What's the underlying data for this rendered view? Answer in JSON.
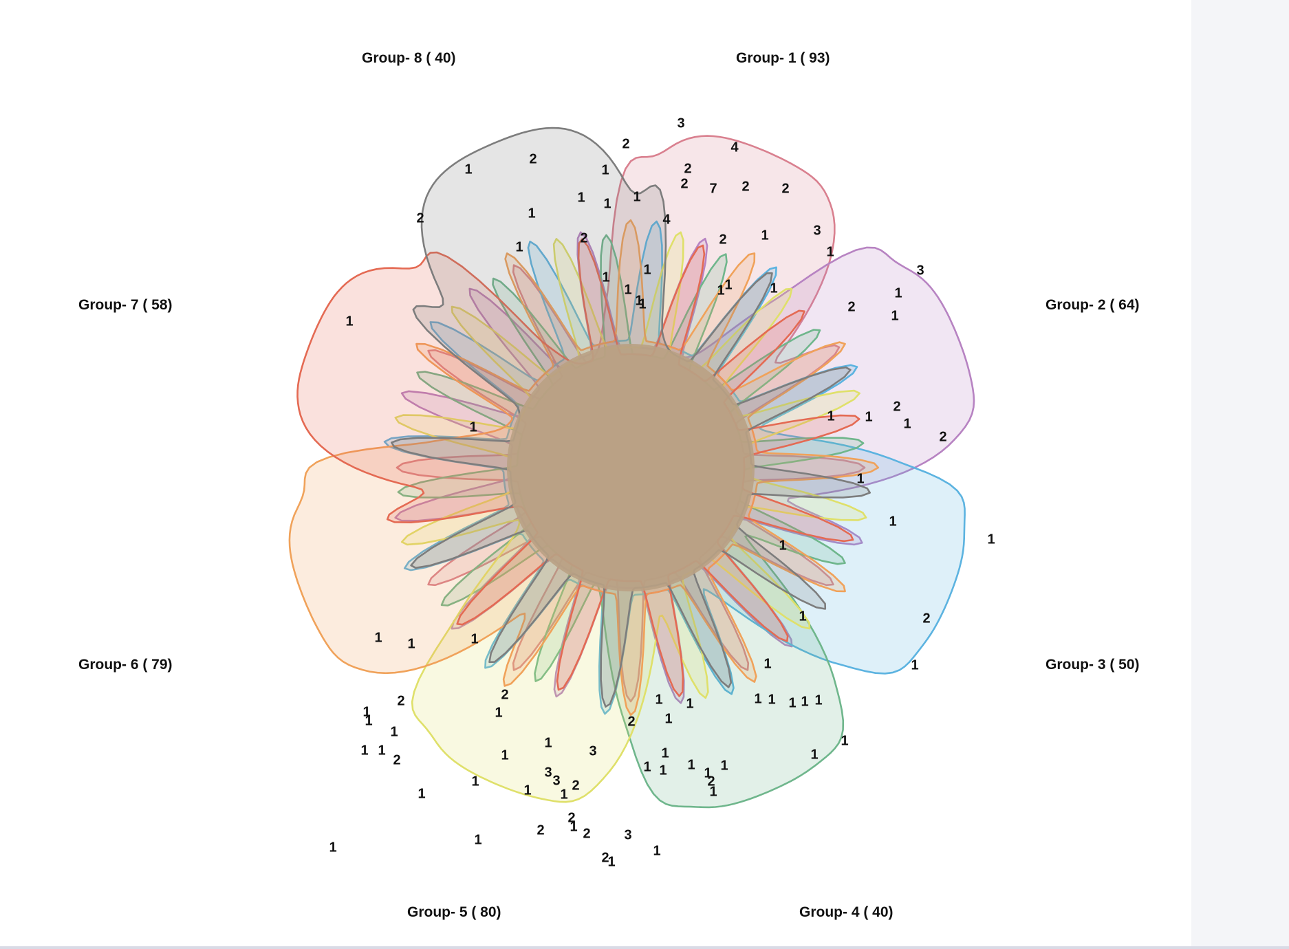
{
  "diagram": {
    "type": "venn-flower",
    "groups": [
      {
        "label": "Group- 1 ( 93)",
        "color": "#d9808f"
      },
      {
        "label": "Group- 2 ( 64)",
        "color": "#b783c2"
      },
      {
        "label": "Group- 3 ( 50)",
        "color": "#5cb3e0"
      },
      {
        "label": "Group- 4 ( 40)",
        "color": "#6fb68c"
      },
      {
        "label": "Group- 5 ( 80)",
        "color": "#dfe06a"
      },
      {
        "label": "Group- 6 ( 79)",
        "color": "#f0a25a"
      },
      {
        "label": "Group- 7 ( 58)",
        "color": "#e46a53"
      },
      {
        "label": "Group- 8 ( 40)",
        "color": "#7d7d7d"
      }
    ],
    "center_color": "#b9a184",
    "region_counts": [
      "3",
      "4",
      "2",
      "2",
      "2",
      "7",
      "2",
      "2",
      "1",
      "1",
      "3",
      "4",
      "2",
      "1",
      "1",
      "1",
      "1",
      "1",
      "1",
      "3",
      "1",
      "1",
      "1",
      "2",
      "1",
      "2",
      "1",
      "1",
      "2",
      "2",
      "1",
      "1",
      "1",
      "1",
      "1",
      "2",
      "1",
      "1",
      "1",
      "1",
      "1",
      "2",
      "1",
      "1",
      "1",
      "2",
      "1",
      "1",
      "1",
      "1",
      "1",
      "1",
      "1",
      "1",
      "1",
      "1",
      "1",
      "2",
      "1",
      "1",
      "1",
      "1",
      "1",
      "1",
      "1",
      "1",
      "2",
      "3",
      "3",
      "3",
      "1",
      "2",
      "3",
      "2",
      "1",
      "2",
      "1",
      "1",
      "2",
      "1",
      "1",
      "2",
      "1",
      "1",
      "1",
      "1",
      "1",
      "1",
      "2",
      "1",
      "1",
      "1",
      "1",
      "1",
      "2",
      "2",
      "1",
      "1",
      "1",
      "1",
      "1"
    ]
  }
}
